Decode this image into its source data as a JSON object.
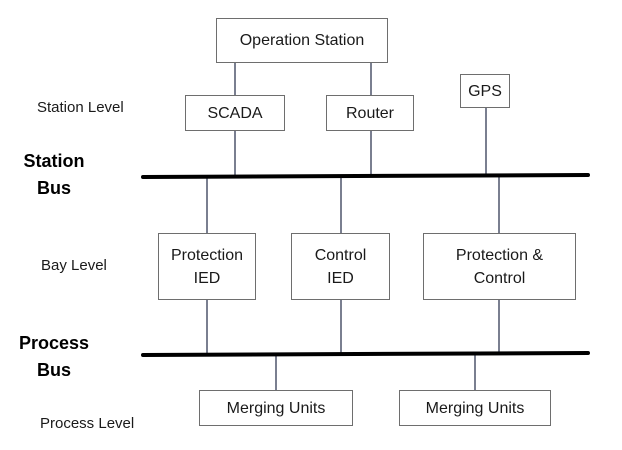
{
  "levels": {
    "station": "Station Level",
    "bay": "Bay Level",
    "process": "Process Level"
  },
  "buses": {
    "station": "Station\nBus",
    "process": "Process\nBus"
  },
  "nodes": {
    "operation_station": "Operation Station",
    "scada": "SCADA",
    "router": "Router",
    "gps": "GPS",
    "protection_ied": "Protection\nIED",
    "control_ied": "Control\nIED",
    "protection_control": "Protection &\nControl",
    "merging_units_1": "Merging Units",
    "merging_units_2": "Merging Units"
  },
  "colors": {
    "bus_line": "#000000",
    "connector": "#333a55",
    "box_border": "#6e6e6e"
  }
}
